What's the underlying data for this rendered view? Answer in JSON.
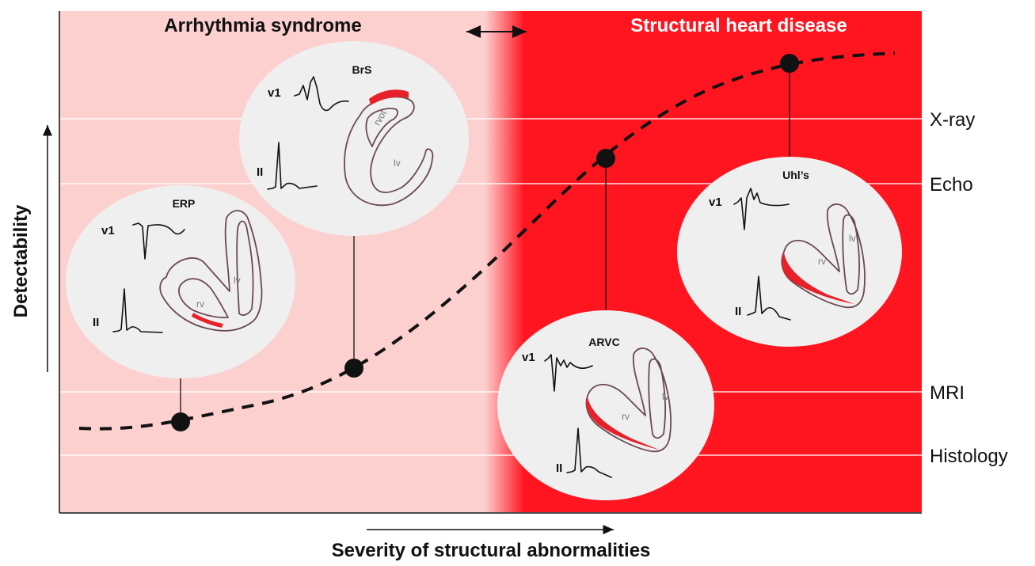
{
  "zones": {
    "left_title": "Arrhythmia syndrome",
    "right_title": "Structural heart disease",
    "left_color": "#fdd0d0",
    "right_color": "#ff1520"
  },
  "axes": {
    "y_label": "Detectability",
    "x_label": "Severity of structural abnormalities"
  },
  "levels": [
    "X-ray",
    "Echo",
    "MRI",
    "Histology"
  ],
  "conditions": [
    {
      "name": "ERP",
      "lead1": "v1",
      "lead2": "II",
      "chamber_a": "lv",
      "chamber_b": "rv"
    },
    {
      "name": "BrS",
      "lead1": "v1",
      "lead2": "II",
      "chamber_a": "rvot",
      "chamber_b": "lv"
    },
    {
      "name": "ARVC",
      "lead1": "v1",
      "lead2": "II",
      "chamber_a": "lv",
      "chamber_b": "rv"
    },
    {
      "name": "Uhl’s",
      "lead1": "v1",
      "lead2": "II",
      "chamber_a": "lv",
      "chamber_b": "rv"
    }
  ],
  "colors": {
    "lesion": "#e8202a",
    "curve": "#111111",
    "bubble": "#efefef"
  }
}
